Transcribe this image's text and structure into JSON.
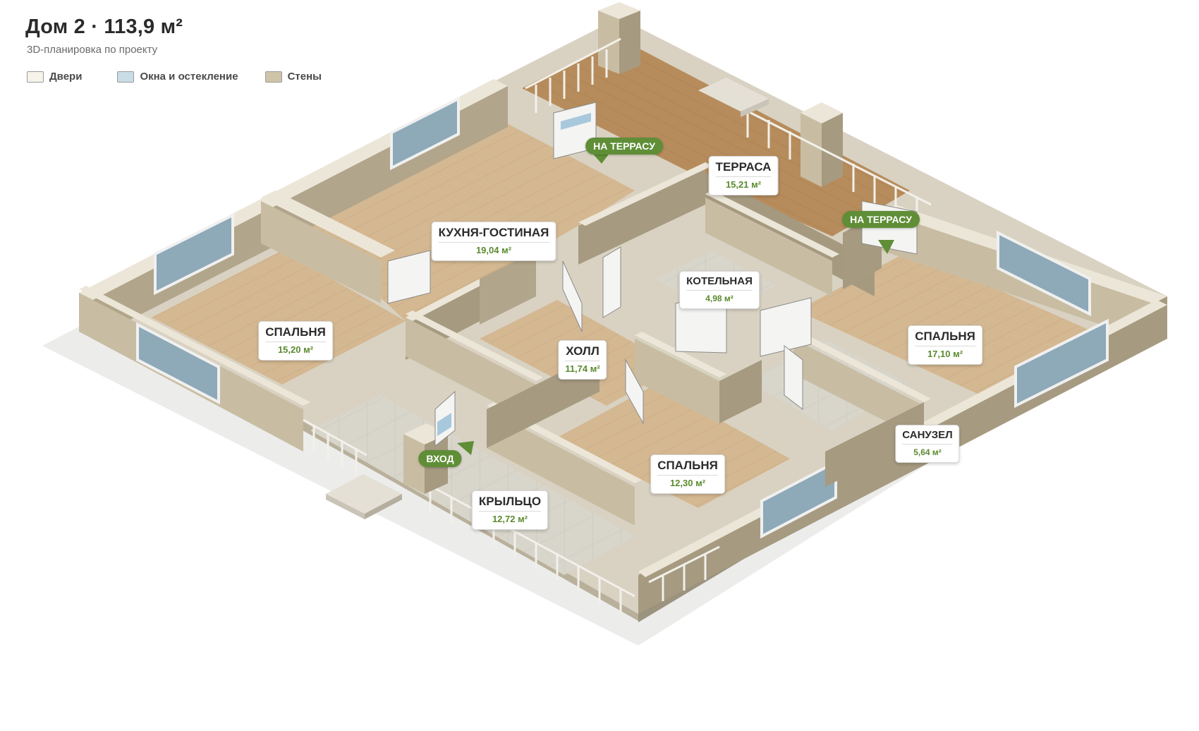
{
  "header": {
    "title": "Дом 2 · 113,9 м²",
    "subtitle": "3D-планировка по проекту"
  },
  "legend": [
    {
      "label": "Двери",
      "color": "#f6f3ea"
    },
    {
      "label": "Окна и остекление",
      "color": "#c9dde6"
    },
    {
      "label": "Стены",
      "color": "#cfc3a9"
    }
  ],
  "rooms": {
    "kitchen": {
      "name": "КУХНЯ-ГОСТИНАЯ",
      "area": "19,04 м²"
    },
    "terrace": {
      "name": "ТЕРРАСА",
      "area": "15,21 м²"
    },
    "boiler": {
      "name": "КОТЕЛЬНАЯ",
      "area": "4,98 м²"
    },
    "bedroom_west": {
      "name": "СПАЛЬНЯ",
      "area": "15,20 м²"
    },
    "hall": {
      "name": "ХОЛЛ",
      "area": "11,74 м²"
    },
    "bedroom_east": {
      "name": "СПАЛЬНЯ",
      "area": "17,10 м²"
    },
    "bathroom": {
      "name": "САНУЗЕЛ",
      "area": "5,64 м²"
    },
    "bedroom_south": {
      "name": "СПАЛЬНЯ",
      "area": "12,30 м²"
    },
    "porch": {
      "name": "КРЫЛЬЦО",
      "area": "12,72 м²"
    }
  },
  "exits": {
    "terrace_1": "НА ТЕРРАСУ",
    "terrace_2": "НА ТЕРРАСУ",
    "entrance": "ВХОД"
  },
  "colors": {
    "floor_wood": "#d2b690",
    "floor_terrace": "#b98e5e",
    "floor_tile": "#d9d6cc",
    "wall_top": "#e9e3d4",
    "wall_left": "#c8bda3",
    "wall_right": "#a69a80",
    "glass": "#8ea9b8",
    "accent_green": "#5f8e37",
    "area_text": "#5a8a2e"
  }
}
